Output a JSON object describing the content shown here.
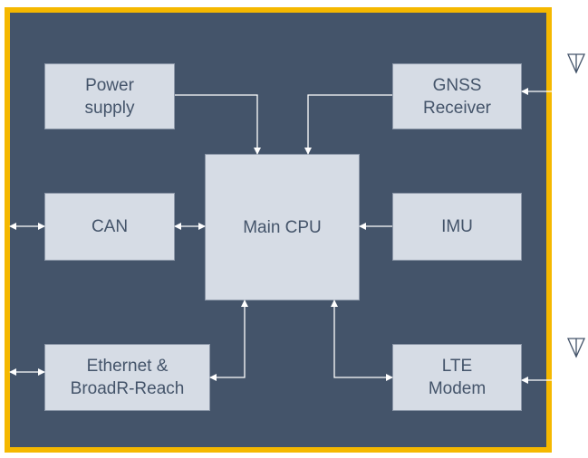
{
  "diagram": {
    "blocks": {
      "power_supply": "Power\nsupply",
      "gnss_receiver": "GNSS\nReceiver",
      "can": "CAN",
      "main_cpu": "Main CPU",
      "imu": "IMU",
      "ethernet": "Ethernet &\nBroadR-Reach",
      "lte_modem": "LTE\nModem"
    },
    "colors": {
      "frame_border": "#F5B800",
      "background": "#44546A",
      "block_fill": "#D6DCE5",
      "block_text": "#44546A",
      "connector": "#FFFFFF"
    },
    "icons": [
      "antenna-icon",
      "antenna-icon"
    ]
  }
}
